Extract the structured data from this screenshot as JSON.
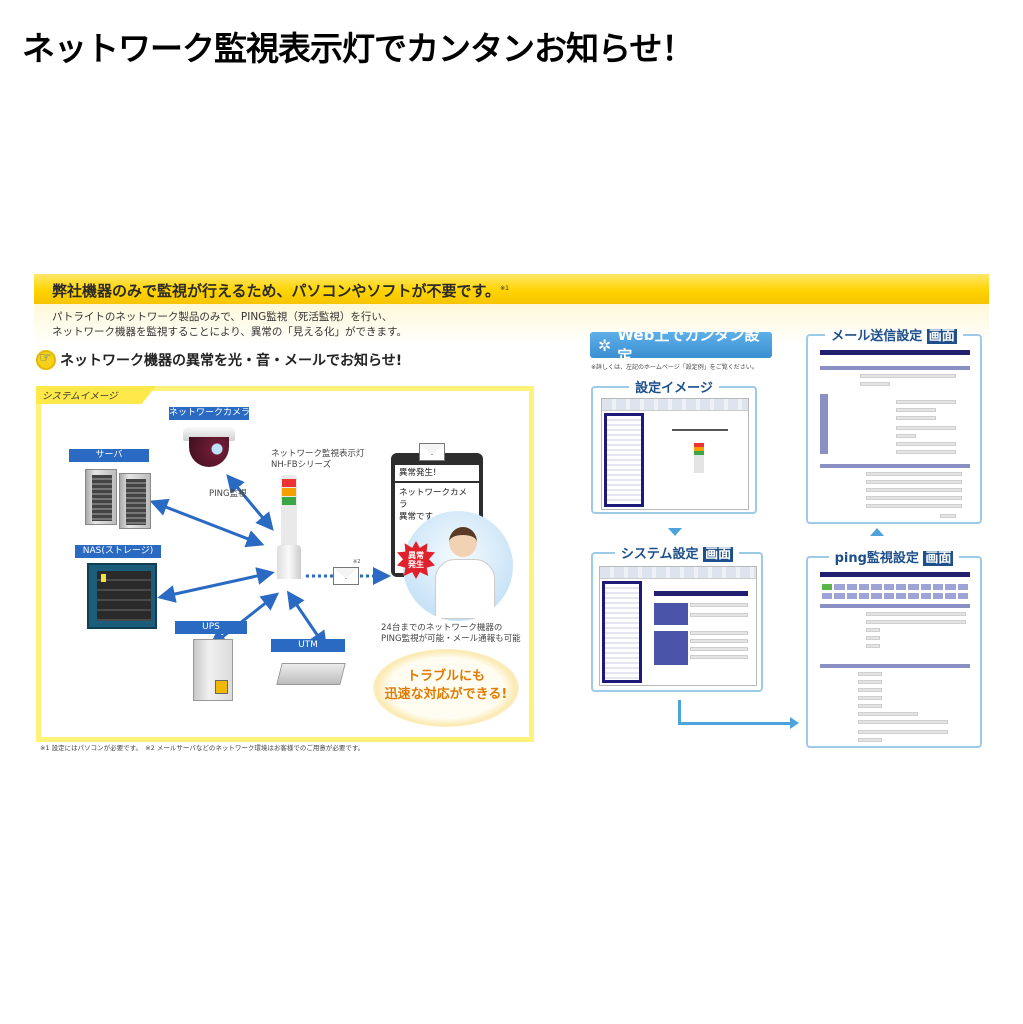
{
  "page_title": "ネットワーク監視表示灯でカンタンお知らせ！",
  "banner": {
    "text": "弊社機器のみで監視が行えるため、パソコンやソフトが不要です。",
    "note_mark": "※1"
  },
  "intro": {
    "line1": "パトライトのネットワーク製品のみで、PING監視（死活監視）を行い、",
    "line2": "ネットワーク機器を監視することにより、異常の「見える化」ができます。"
  },
  "section": {
    "icon": "pointing-hand-icon",
    "title": "ネットワーク機器の異常を光・音・メールでお知らせ!"
  },
  "system_image": {
    "tab_label": "システムイメージ",
    "devices": {
      "camera": "ネットワークカメラ",
      "server": "サーバ",
      "nas": "NAS(ストレージ)",
      "ups": "UPS",
      "utm": "UTM"
    },
    "ping_label": "PING監視",
    "tower_label_line1": "ネットワーク監視表示灯",
    "tower_label_line2": "NH-FBシリーズ",
    "mail_note_mark": "※2",
    "phone": {
      "alert": "異常発生!",
      "message_line1": "ネットワークカメラ",
      "message_line2": "異常です。"
    },
    "burst_line1": "異常",
    "burst_line2": "発生",
    "capability_line1": "24台までのネットワーク機器の",
    "capability_line2": "PING監視が可能・メール通報も可能",
    "trouble_line1": "トラブルにも",
    "trouble_line2": "迅速な対応ができる!"
  },
  "footnote": "※1 設定にはパソコンが必要です。　※2 メールサーバなどのネットワーク環境はお客様でのご用意が必要です。",
  "web_setup": {
    "icon": "gear-icon",
    "badge": "Web上でカンタン設定",
    "note": "※詳しくは、左記のホームページ「設定例」をご覧ください。"
  },
  "screens": {
    "settings_image": {
      "title": "設定イメージ"
    },
    "system_settings": {
      "title": "システム設定",
      "suffix": "画面"
    },
    "mail_settings": {
      "title": "メール送信設定",
      "suffix": "画面"
    },
    "ping_settings": {
      "title": "ping監視設定",
      "suffix": "画面"
    }
  },
  "colors": {
    "banner_yellow": "#ffd400",
    "label_blue": "#2a6ac2",
    "frame_blue": "#9ccbe8",
    "title_navy": "#1e4f8a",
    "accent_orange": "#e07b00",
    "alert_red": "#e0202a"
  }
}
